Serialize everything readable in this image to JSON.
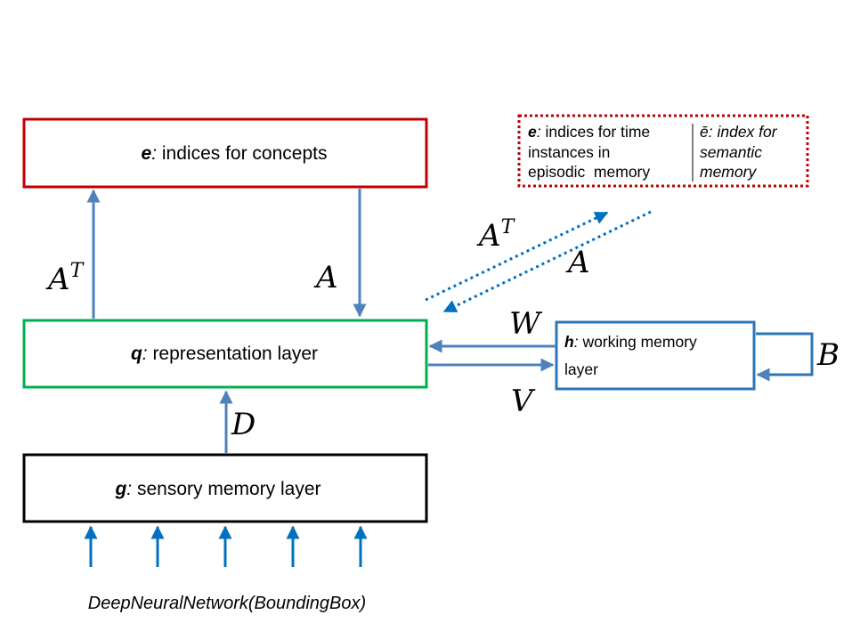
{
  "concepts_box": {
    "var": "e",
    "sep": ":",
    "text": " indices for concepts",
    "border_color": "#c00000"
  },
  "representation_box": {
    "var": "q",
    "sep": ":",
    "text": " representation layer",
    "border_color": "#00b050"
  },
  "sensory_box": {
    "var": "g",
    "sep": ":",
    "text": " sensory memory layer",
    "border_color": "#000000"
  },
  "working_box": {
    "var": "h",
    "sep": ":",
    "line1": " working memory",
    "line2": "layer",
    "border_color": "#2e75b6"
  },
  "episodic_box": {
    "var": "e",
    "sep": ":",
    "line1": " indices for time",
    "line2": "instances in",
    "line3": "episodic  memory",
    "border_color": "#c00000"
  },
  "semantic_box": {
    "var": "ē",
    "sep": ":",
    "line1": " index for",
    "line2": "semantic",
    "line3": "memory"
  },
  "labels": {
    "AT_left": {
      "base": "A",
      "sup": "T"
    },
    "A_right": "A",
    "AT_diag": {
      "base": "A",
      "sup": "T"
    },
    "A_diag": "A",
    "W": "W",
    "V": "V",
    "D": "D",
    "B": "B"
  },
  "input_caption": "DeepNeuralNetwork(BoundingBox)",
  "colors": {
    "arrow": "#4f81bd",
    "input_arrow": "#0070c0",
    "dotted_arrow": "#0070c0"
  }
}
